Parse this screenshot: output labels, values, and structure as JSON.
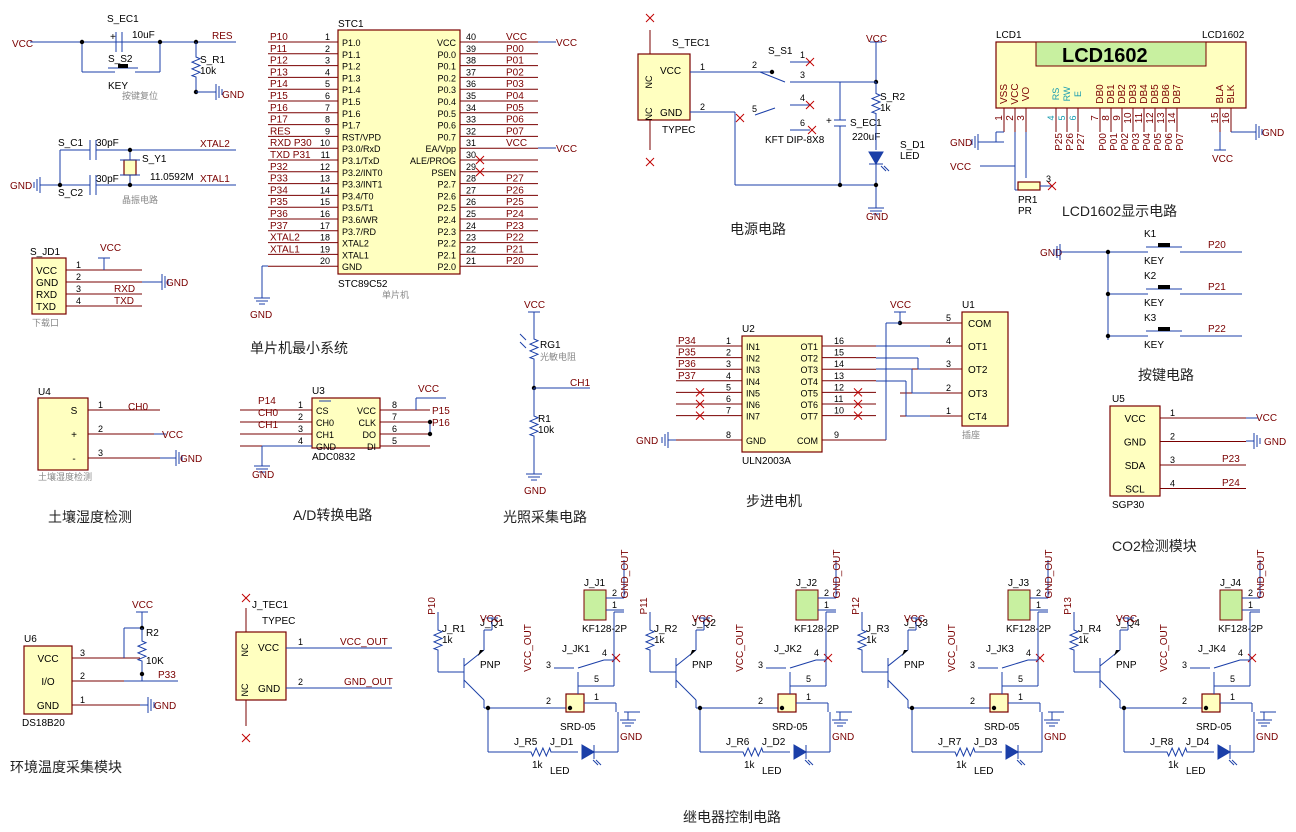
{
  "sections": {
    "mcu_min": "单片机最小系统",
    "power": "电源电路",
    "lcd": "LCD1602显示电路",
    "keys": "按键电路",
    "soil": "土壤湿度检测",
    "adc": "A/D转换电路",
    "light": "光照采集电路",
    "stepper": "步进电机",
    "co2": "CO2检测模块",
    "temp": "环境温度采集模块",
    "relay": "继电器控制电路"
  },
  "reset": {
    "vcc": "VCC",
    "cap": "S_EC1",
    "cap_val": "10uF",
    "sw": "S_S2",
    "sw_lbl": "KEY",
    "sw_note": "按键复位",
    "res": "S_R1",
    "res_val": "10k",
    "net": "RES",
    "gnd": "GND",
    "plus": "+"
  },
  "crystal": {
    "c1": "S_C1",
    "c1v": "30pF",
    "c2": "S_C2",
    "c2v": "30pF",
    "y": "S_Y1",
    "yv": "11.0592M",
    "x2": "XTAL2",
    "x1": "XTAL1",
    "gnd": "GND",
    "note": "晶振电路"
  },
  "mcu": {
    "ref": "STC1",
    "part": "STC89C52",
    "note": "单片机",
    "left_nets": [
      "P10",
      "P11",
      "P12",
      "P13",
      "P14",
      "P15",
      "P16",
      "P17",
      "RES",
      "RXD P30",
      "TXD P31",
      "P32",
      "P33",
      "P34",
      "P35",
      "P36",
      "P37",
      "XTAL2",
      "XTAL1",
      ""
    ],
    "left_pins": [
      "P1.0",
      "P1.1",
      "P1.2",
      "P1.3",
      "P1.4",
      "P1.5",
      "P1.6",
      "P1.7",
      "RST/VPD",
      "P3.0/RxD",
      "P3.1/TxD",
      "P3.2/INT0",
      "P3.3/INT1",
      "P3.4/T0",
      "P3.5/T1",
      "P3.6/WR",
      "P3.7/RD",
      "XTAL2",
      "XTAL1",
      "GND"
    ],
    "right_pins": [
      "VCC",
      "P0.0",
      "P0.1",
      "P0.2",
      "P0.3",
      "P0.4",
      "P0.5",
      "P0.6",
      "P0.7",
      "EA/Vpp",
      "ALE/PROG",
      "PSEN",
      "P2.7",
      "P2.6",
      "P2.5",
      "P2.4",
      "P2.3",
      "P2.2",
      "P2.1",
      "P2.0"
    ],
    "right_nums": [
      "40",
      "39",
      "38",
      "37",
      "36",
      "35",
      "34",
      "33",
      "32",
      "31",
      "30",
      "29",
      "28",
      "27",
      "26",
      "25",
      "24",
      "23",
      "22",
      "21"
    ],
    "right_nets": [
      "VCC",
      "P00",
      "P01",
      "P02",
      "P03",
      "P04",
      "P05",
      "P06",
      "P07",
      "VCC",
      "",
      "",
      "P27",
      "P26",
      "P25",
      "P24",
      "P23",
      "P22",
      "P21",
      "P20"
    ],
    "gnd": "GND"
  },
  "dl": {
    "ref": "S_JD1",
    "pins": [
      "VCC",
      "GND",
      "RXD",
      "TXD"
    ],
    "nums": [
      "1",
      "2",
      "3",
      "4"
    ],
    "nets": [
      "VCC",
      "GND",
      "RXD",
      "TXD"
    ],
    "note": "下载口"
  },
  "power": {
    "ref": "S_TEC1",
    "pins": [
      "VCC",
      "GND"
    ],
    "nc": "NC",
    "part": "TYPEC",
    "sw": "S_S1",
    "sw_part": "KFT DIP-8X8",
    "nums": [
      "1",
      "2",
      "3",
      "4",
      "5",
      "6"
    ],
    "ec": "S_EC1",
    "ec_val": "220uF",
    "r": "S_R2",
    "r_val": "1k",
    "led": "S_D1",
    "led_lbl": "LED",
    "vcc": "VCC",
    "gnd": "GND",
    "plus": "+"
  },
  "lcd": {
    "ref": "LCD1",
    "part": "LCD1602",
    "name": "LCD1602",
    "pins": [
      "VSS",
      "VCC",
      "VO",
      "RS",
      "RW",
      "E",
      "DB0",
      "DB1",
      "DB2",
      "DB3",
      "DB4",
      "DB5",
      "DB6",
      "DB7",
      "BLA",
      "BLK"
    ],
    "nums": [
      "1",
      "2",
      "3",
      "4",
      "5",
      "6",
      "7",
      "8",
      "9",
      "10",
      "11",
      "12",
      "13",
      "14",
      "15",
      "16"
    ],
    "nets": [
      "P25",
      "P26",
      "P27",
      "P00",
      "P01",
      "P02",
      "P03",
      "P04",
      "P05",
      "P06",
      "P07"
    ],
    "pr": "PR1",
    "pr_lbl": "PR",
    "gnd": "GND",
    "vcc": "VCC",
    "pr_pin": "3"
  },
  "keys": {
    "gnd": "GND",
    "items": [
      {
        "ref": "K1",
        "lbl": "KEY",
        "net": "P20"
      },
      {
        "ref": "K2",
        "lbl": "KEY",
        "net": "P21"
      },
      {
        "ref": "K3",
        "lbl": "KEY",
        "net": "P22"
      }
    ]
  },
  "soil": {
    "ref": "U4",
    "pins": [
      "S",
      "+",
      "-"
    ],
    "nums": [
      "1",
      "2",
      "3"
    ],
    "nets": [
      "CH0",
      "VCC",
      "GND"
    ],
    "note": "土壤湿度检测"
  },
  "adc": {
    "ref": "U3",
    "part": "ADC0832",
    "lp": [
      "CS",
      "CH0",
      "CH1",
      "GND"
    ],
    "rp": [
      "VCC",
      "CLK",
      "DO",
      "DI"
    ],
    "ln": [
      "1",
      "2",
      "3",
      "4"
    ],
    "rn": [
      "8",
      "7",
      "6",
      "5"
    ],
    "lnet": [
      "P14",
      "CH0",
      "CH1"
    ],
    "vcc": "VCC",
    "rnet": [
      "P15",
      "P16"
    ],
    "gnd": "GND"
  },
  "light": {
    "vcc": "VCC",
    "rg": "RG1",
    "rg_note": "光敏电阻",
    "net": "CH1",
    "r": "R1",
    "r_val": "10k",
    "gnd": "GND"
  },
  "uln": {
    "ref": "U2",
    "part": "ULN2003A",
    "lp": [
      "IN1",
      "IN2",
      "IN3",
      "IN4",
      "IN5",
      "IN6",
      "IN7",
      "GND"
    ],
    "ln": [
      "1",
      "2",
      "3",
      "4",
      "5",
      "6",
      "7",
      "8"
    ],
    "rp": [
      "OT1",
      "OT2",
      "OT3",
      "OT4",
      "OT5",
      "OT6",
      "OT7",
      "COM"
    ],
    "rn": [
      "16",
      "15",
      "14",
      "13",
      "12",
      "11",
      "10",
      "9"
    ],
    "nets": [
      "P34",
      "P35",
      "P36",
      "P37"
    ],
    "gnd": "GND"
  },
  "motor": {
    "ref": "U1",
    "pins": [
      "COM",
      "OT1",
      "OT2",
      "OT3",
      "CT4"
    ],
    "nums": [
      "5",
      "4",
      "3",
      "2",
      "1"
    ],
    "note": "插座",
    "vcc": "VCC"
  },
  "co2": {
    "ref": "U5",
    "pins": [
      "VCC",
      "GND",
      "SDA",
      "SCL"
    ],
    "nums": [
      "1",
      "2",
      "3",
      "4"
    ],
    "nets": [
      "VCC",
      "GND",
      "P23",
      "P24"
    ],
    "part": "SGP30"
  },
  "ds": {
    "ref": "U6",
    "pins": [
      "VCC",
      "I/O",
      "GND"
    ],
    "nums": [
      "3",
      "2",
      "1"
    ],
    "vcc": "VCC",
    "r": "R2",
    "r_val": "10K",
    "net": "P33",
    "gnd": "GND",
    "part": "DS18B20"
  },
  "jtec": {
    "ref": "J_TEC1",
    "part": "TYPEC",
    "pins": [
      "VCC",
      "GND"
    ],
    "nc": "NC",
    "nums": [
      "1",
      "2"
    ],
    "nets": [
      "VCC_OUT",
      "GND_OUT"
    ]
  },
  "relays": [
    {
      "net": "P10",
      "r": "J_R1",
      "q": "J_Q1",
      "j": "J_J1",
      "jk": "J_JK1",
      "r2": "J_R5",
      "d": "J_D1"
    },
    {
      "net": "P11",
      "r": "J_R2",
      "q": "J_Q2",
      "j": "J_J2",
      "jk": "J_JK2",
      "r2": "J_R6",
      "d": "J_D2"
    },
    {
      "net": "P12",
      "r": "J_R3",
      "q": "J_Q3",
      "j": "J_J3",
      "jk": "J_JK3",
      "r2": "J_R7",
      "d": "J_D3"
    },
    {
      "net": "P13",
      "r": "J_R4",
      "q": "J_Q4",
      "j": "J_J4",
      "jk": "J_JK4",
      "r2": "J_R8",
      "d": "J_D4"
    }
  ],
  "relay_common": {
    "rv": "1k",
    "pnp": "PNP",
    "vcc": "VCC",
    "vcc_out": "VCC_OUT",
    "gnd_out": "GND_OUT",
    "kf": "KF128-2P",
    "srd": "SRD-05",
    "led": "LED",
    "gnd": "GND",
    "nums": [
      "1",
      "2",
      "3",
      "4",
      "5"
    ]
  }
}
